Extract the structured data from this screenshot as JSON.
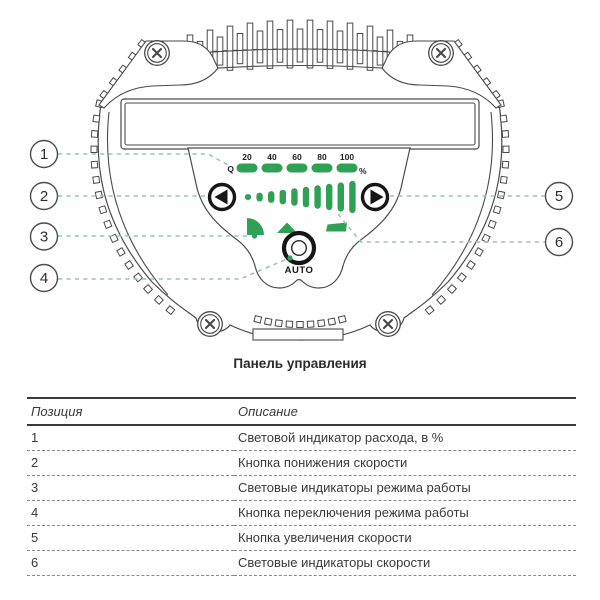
{
  "figure": {
    "caption": "Панель управления",
    "flow_indicator": {
      "q_label": "Q",
      "percent_label": "%",
      "ticks": [
        "20",
        "40",
        "60",
        "80",
        "100"
      ]
    },
    "auto_button_label": "AUTO",
    "callouts": [
      "1",
      "2",
      "3",
      "4",
      "5",
      "6"
    ]
  },
  "table": {
    "headers": {
      "position": "Позиция",
      "description": "Описание"
    },
    "rows": [
      {
        "position": "1",
        "description": "Световой индикатор расхода, в %"
      },
      {
        "position": "2",
        "description": "Кнопка понижения скорости"
      },
      {
        "position": "3",
        "description": "Световые индикаторы режима работы"
      },
      {
        "position": "4",
        "description": "Кнопка переключения режима работы"
      },
      {
        "position": "5",
        "description": "Кнопка увеличения скорости"
      },
      {
        "position": "6",
        "description": "Световые индикаторы скорости"
      }
    ]
  },
  "colors": {
    "indicator_green": "#2fa156",
    "leader_green": "#97c7aa",
    "line": "#4a4a4a",
    "text": "#333333"
  }
}
